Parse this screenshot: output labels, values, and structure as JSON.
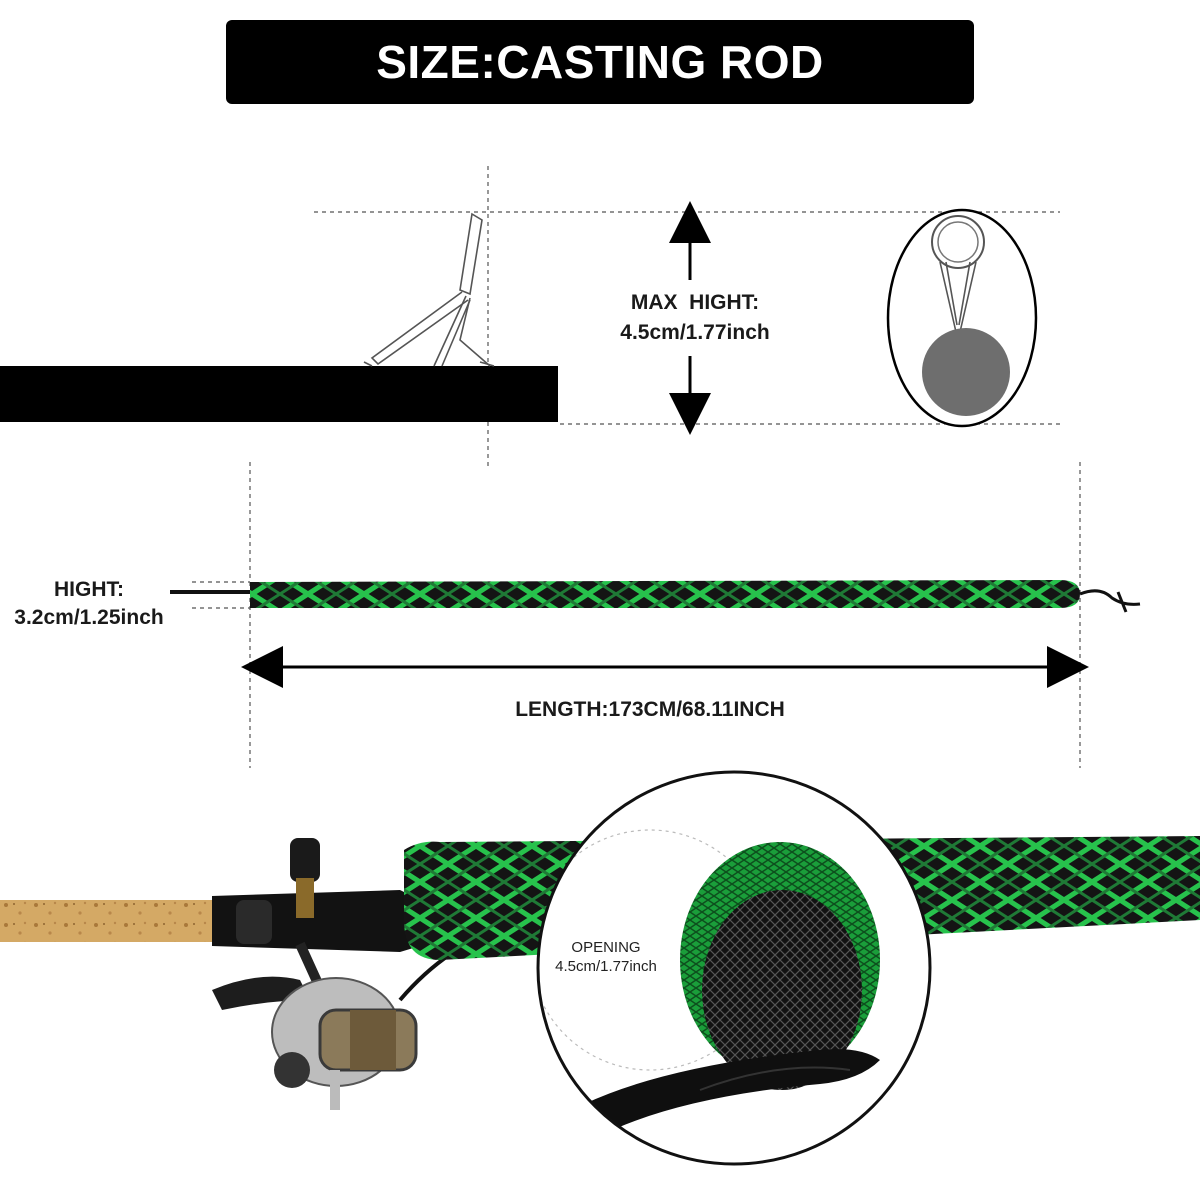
{
  "header": {
    "title": "SIZE:CASTING ROD"
  },
  "max_height": {
    "label": "MAX  HIGHT:",
    "value": "4.5cm/1.77inch"
  },
  "height": {
    "label": "HIGHT:",
    "value": "3.2cm/1.25inch"
  },
  "length": {
    "label": "LENGTH:173CM/68.11INCH"
  },
  "opening": {
    "label": "OPENING",
    "value": "4.5cm/1.77inch"
  },
  "colors": {
    "banner": "#000000",
    "sleeve_green": "#27c24c",
    "sleeve_black": "#141414",
    "cork": "#d4a965",
    "ball": "#6e6e6e"
  },
  "icons": [
    "rod-guide-icon",
    "guide-front-icon",
    "double-arrow-icon",
    "rod-sleeve-image",
    "spinning-reel-image",
    "sleeve-opening-zoom-image"
  ]
}
